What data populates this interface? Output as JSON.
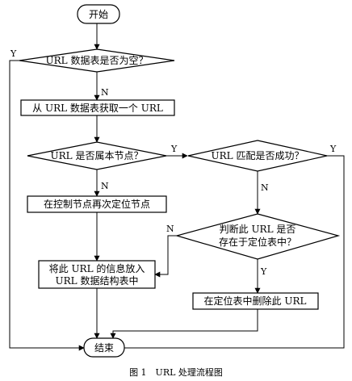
{
  "diagram": {
    "nodes": {
      "start": "开始",
      "table_empty": "URL 数据表是否为空？",
      "fetch_url": "从 URL 数据表获取一个 URL",
      "is_attached": "URL 是否属本节点？",
      "relocate": "在控制节点再次定位节点",
      "match_ok": "URL 匹配是否成功？",
      "in_table_line1": "判断此 URL 是否",
      "in_table_line2": "存在于定位表中？",
      "put_info_line1": "将此 URL 的信息放入",
      "put_info_line2": "URL 数据结构表中",
      "delete_url": "在定位表中删除此 URL",
      "end": "结束"
    },
    "edge_labels": {
      "table_empty_yes": "Y",
      "table_empty_no": "N",
      "is_attached_yes": "Y",
      "is_attached_no": "N",
      "match_ok_yes": "Y",
      "match_ok_no": "N",
      "in_table_no": "N",
      "in_table_yes": "Y"
    },
    "caption": "图 1　URL 处理流程图"
  }
}
